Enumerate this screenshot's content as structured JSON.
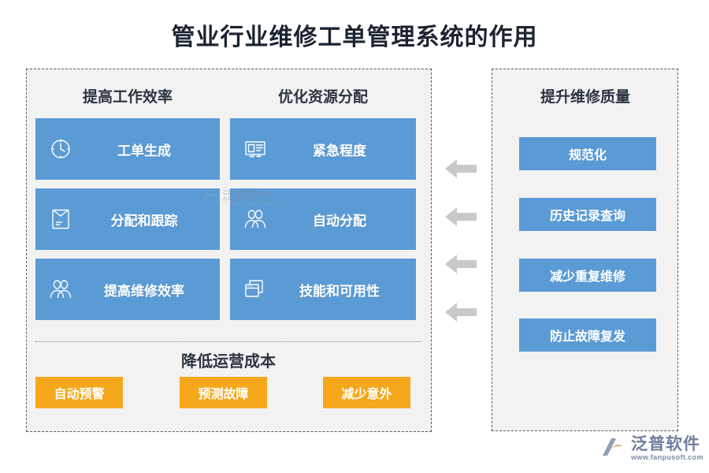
{
  "title": "管业行业维修工单管理系统的作用",
  "colors": {
    "blue": "#5B9BD5",
    "orange": "#F5A81C",
    "panel_bg": "#F2F2F2",
    "panel_border": "#5A5A5A",
    "arrow": "#C9C9C9",
    "title_text": "#1B2430"
  },
  "left_panel": {
    "columns": [
      {
        "header": "提高工作效率",
        "items": [
          {
            "label": "工单生成",
            "icon": "clock-icon"
          },
          {
            "label": "分配和跟踪",
            "icon": "folder-icon"
          },
          {
            "label": "提高维修效率",
            "icon": "people-icon"
          }
        ]
      },
      {
        "header": "优化资源分配",
        "items": [
          {
            "label": "紧急程度",
            "icon": "list-document-icon"
          },
          {
            "label": "自动分配",
            "icon": "people-icon"
          },
          {
            "label": "技能和可用性",
            "icon": "windows-icon"
          }
        ]
      }
    ],
    "cost_section": {
      "header": "降低运营成本",
      "items": [
        {
          "label": "自动预警"
        },
        {
          "label": "预测故障"
        },
        {
          "label": "减少意外"
        }
      ]
    }
  },
  "right_panel": {
    "header": "提升维修质量",
    "items": [
      {
        "label": "规范化"
      },
      {
        "label": "历史记录查询"
      },
      {
        "label": "减少重复维修"
      },
      {
        "label": "防止故障复发"
      }
    ]
  },
  "arrows": [
    {
      "direction": "left"
    },
    {
      "direction": "left"
    },
    {
      "direction": "left"
    },
    {
      "direction": "left"
    }
  ],
  "watermark": {
    "name": "泛普软件",
    "sub": "FANPU SOFTWARE"
  },
  "brand": {
    "name": "泛普软件",
    "url": "www.fanpusoft.com"
  }
}
